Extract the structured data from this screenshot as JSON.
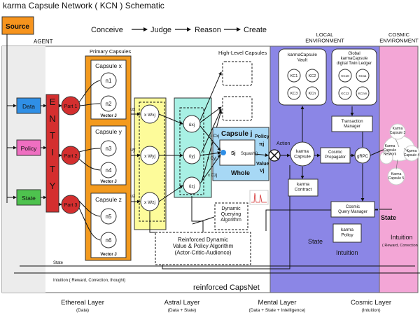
{
  "title": "karma Capsule Network ( KCN ) Schematic",
  "source": "Source",
  "flow": [
    "Conceive",
    "Judge",
    "Reason",
    "Create"
  ],
  "sections": {
    "agent": "AGENT",
    "local_env": "LOCAL\nENVIRONMENT",
    "cosmic_env": "COSMIC\nENVIRONMENT"
  },
  "inputs": [
    "Data",
    "Policy",
    "State"
  ],
  "entity": "ENTITY",
  "parts": [
    "Part 1",
    "Part 2",
    "Part 3"
  ],
  "primary_capsules": {
    "title": "Primary Capsules",
    "capsules": [
      {
        "name": "Capsule x",
        "nodes": [
          "n1",
          "n2"
        ],
        "vector": "Vector J"
      },
      {
        "name": "Capsule y",
        "nodes": [
          "n3",
          "n4"
        ],
        "vector": "Vector J"
      },
      {
        "name": "Capsule z",
        "nodes": [
          "n5",
          "n6"
        ],
        "vector": "Vector J"
      }
    ]
  },
  "u_labels": [
    "ux",
    "uy",
    "uz"
  ],
  "weights": [
    "x Wxj",
    "x Wyj",
    "x Wzj"
  ],
  "u_hats": [
    "ûxj",
    "ûyj",
    "ûzj"
  ],
  "c_labels": [
    "x Cxj",
    "x Cyj",
    "x Czj"
  ],
  "high_level_caption": "High-Level Capsules",
  "capsule_j": {
    "title": "Capsule j",
    "s": "Sj",
    "squash": "Squash()",
    "whole": "Whole",
    "policy": "Policy",
    "pi": "πj",
    "value": "Value",
    "v": "Vj"
  },
  "action": "Action",
  "dynamic_query": "Dynamic\nQuerying\nAlgorithm",
  "reinforced_algo": "Reinforced Dynamic\nValue & Policy Algorithm\n(Actor-Critic-Audience)",
  "reinforced_capsnet": "reinforced CapsNet",
  "state_line": "State",
  "intuition_line": "Intuition ( Reward, Correction, thought)",
  "local": {
    "vault_title": "karmaCapsule\nVault",
    "vault_nodes": [
      "KC1",
      "KC2",
      "KC3",
      "KCn"
    ],
    "ledger_title": "Global\nkarmaCapsule\ndigital Twin Ledger",
    "ledger_nodes": [
      "KC10",
      "KC11",
      "KC12",
      "KCnm"
    ],
    "transaction_manager": "Transaction\nManager",
    "karma_capsule": "karma\nCapsule",
    "cosmic_propagator": "Cosmic\nPropagator",
    "grpc": "gRPC",
    "karma_contract": "karma\nContract",
    "cosmic_query_manager": "Cosmic\nQuery Manager",
    "karma_policy": "karma\nPolicy",
    "state_word": "State",
    "intuition_word": "Intuition"
  },
  "cosmic": {
    "nodes": [
      "Karma\nCapsule 3",
      "Karma\nCapsule\nNetwork",
      "Karma\nCapsule 4",
      "Karma\nCapsule 5"
    ],
    "state": "State",
    "intuition": "Intuition",
    "intuition_sub": "( Reward, Correction"
  },
  "layers": [
    {
      "name": "Ethereal Layer",
      "sub": "(Data)"
    },
    {
      "name": "Astral Layer",
      "sub": "(Data + State)"
    },
    {
      "name": "Mental Layer",
      "sub": "(Data + State + Intelligence)"
    },
    {
      "name": "Cosmic Layer",
      "sub": "(Intuition)"
    }
  ],
  "colors": {
    "source": "#f7941d",
    "data": "#2f8fe6",
    "policy": "#ef6fc1",
    "state": "#4ec24e",
    "entity": "#d42f2f",
    "part": "#d42f2f",
    "capsule_panel": "#f39a1e",
    "yellow": "#fdfb9a",
    "cyan": "#a8f0e4",
    "blue_panel": "#a7d8f5",
    "local_env": "#8b86e6",
    "cosmic_env": "#f3a6d6",
    "agent_bg": "#efefef"
  }
}
